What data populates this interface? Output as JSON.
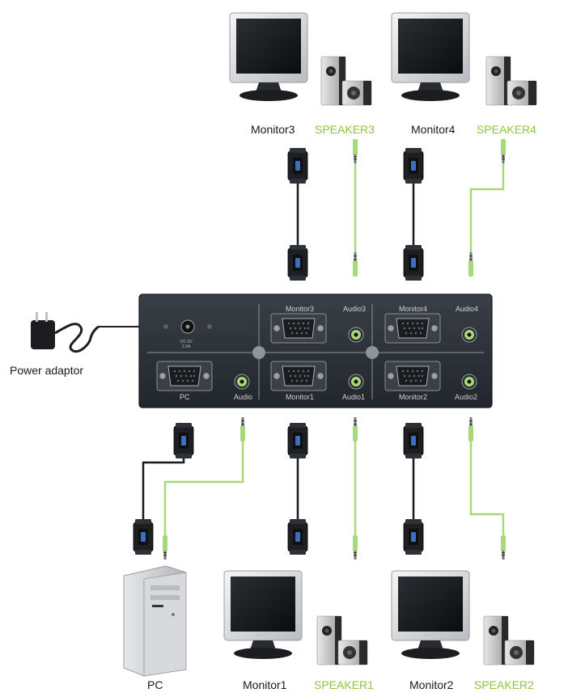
{
  "labels": {
    "monitor3": "Monitor3",
    "speaker3": "SPEAKER3",
    "monitor4": "Monitor4",
    "speaker4": "SPEAKER4",
    "power_adaptor": "Power adaptor",
    "pc": "PC",
    "monitor1": "Monitor1",
    "speaker1": "SPEAKER1",
    "monitor2": "Monitor2",
    "speaker2": "SPEAKER2"
  },
  "switch_panel": {
    "port_monitor3": "Monitor3",
    "port_audio3": "Audio3",
    "port_monitor4": "Monitor4",
    "port_audio4": "Audio4",
    "port_pc": "PC",
    "port_audio": "Audio",
    "port_monitor1": "Monitor1",
    "port_audio1": "Audio1",
    "port_monitor2": "Monitor2",
    "port_audio2": "Audio2",
    "dc_line1": "DC 5V",
    "dc_line2": "1.5A"
  },
  "colors": {
    "vga_cable": "#1a1a1a",
    "audio_cable": "#a8d878",
    "speaker_label": "#8cc63f",
    "switch_body": "#2b2f36"
  }
}
